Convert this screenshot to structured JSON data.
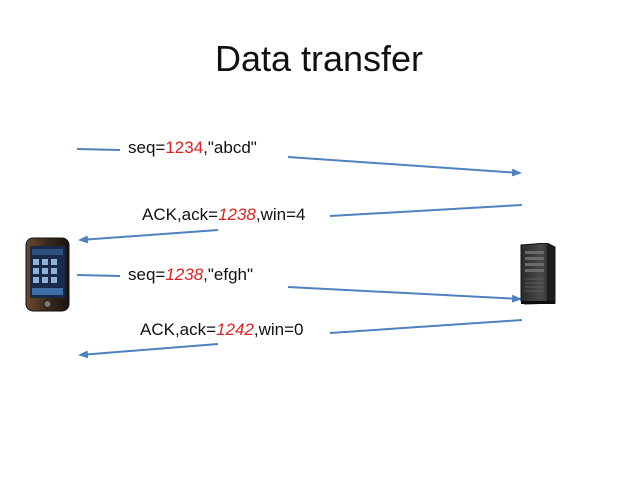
{
  "title": "Data transfer",
  "messages": [
    {
      "prefix": "seq=",
      "num": "1234",
      "suffix": ",\"abcd\""
    },
    {
      "prefix": "ACK,ack=",
      "num": "1238",
      "suffix": ",win=4"
    },
    {
      "prefix": "seq=",
      "num": "1238",
      "suffix": ",\"efgh\""
    },
    {
      "prefix": "ACK,ack=",
      "num": "1242",
      "suffix": ",win=0"
    }
  ],
  "colors": {
    "arrow": "#4f81bd",
    "highlight": "#e02020"
  },
  "icons": {
    "client": "smartphone-icon",
    "server": "server-tower-icon"
  }
}
